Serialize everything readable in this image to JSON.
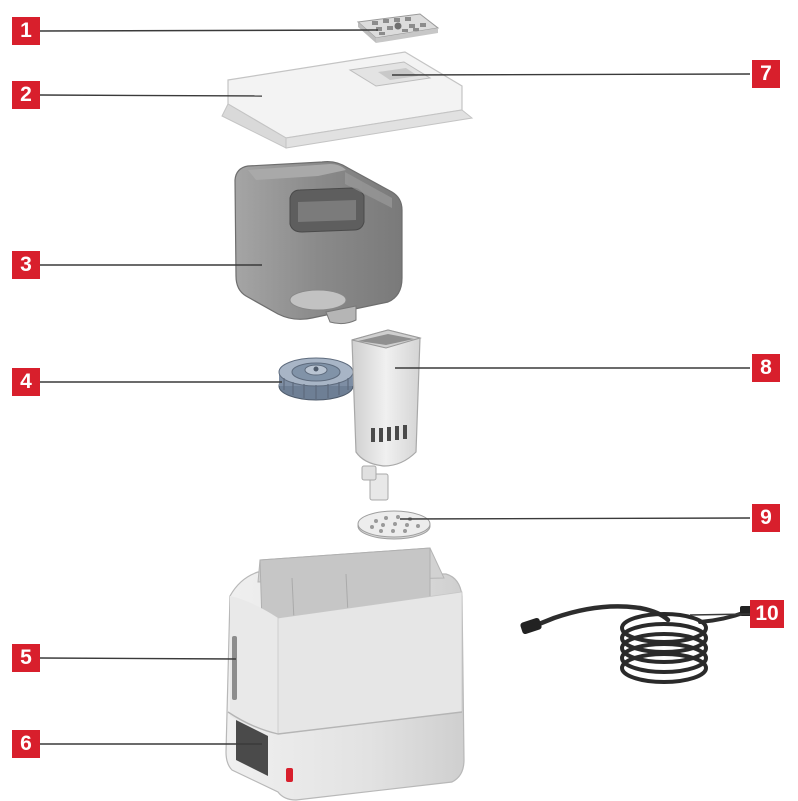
{
  "callouts": [
    {
      "number": "1"
    },
    {
      "number": "2"
    },
    {
      "number": "3"
    },
    {
      "number": "4"
    },
    {
      "number": "5"
    },
    {
      "number": "6"
    },
    {
      "number": "7"
    },
    {
      "number": "8"
    },
    {
      "number": "9"
    },
    {
      "number": "10"
    }
  ],
  "colors": {
    "badge": "#d81f2c",
    "leader_line": "#3a3a3a",
    "tank": "#8e8e8e",
    "housing": "#e4e4e4"
  }
}
